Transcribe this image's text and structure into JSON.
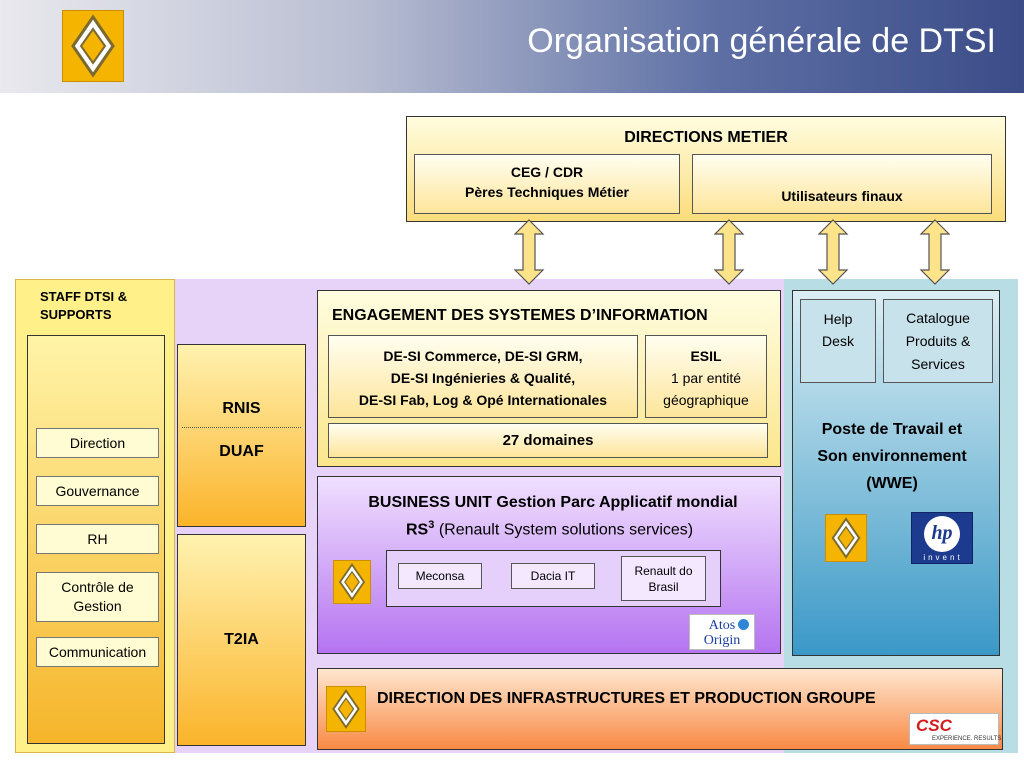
{
  "header": {
    "title": "Organisation générale de DTSI"
  },
  "directions_metier": {
    "title": "DIRECTIONS METIER",
    "ceg_line1": "CEG / CDR",
    "ceg_line2": "Pères Techniques Métier",
    "users": "Utilisateurs finaux"
  },
  "staff": {
    "title_line1": "STAFF DTSI &",
    "title_line2": "SUPPORTS",
    "items": [
      "Direction",
      "Gouvernance",
      "RH",
      "Contrôle de Gestion",
      "Communication"
    ]
  },
  "rnis_duaf": {
    "top": "RNIS",
    "bottom": "DUAF"
  },
  "t2ia": {
    "label": "T2IA"
  },
  "engagement": {
    "title": "ENGAGEMENT DES SYSTEMES D’INFORMATION",
    "desi_line1": "DE-SI Commerce, DE-SI GRM,",
    "desi_line2": "DE-SI Ingénieries & Qualité,",
    "desi_line3": "DE-SI Fab, Log & Opé Internationales",
    "esil_title": "ESIL",
    "esil_line1": "1 par entité",
    "esil_line2": "géographique",
    "domains": "27 domaines"
  },
  "business_unit": {
    "title": "BUSINESS UNIT Gestion Parc Applicatif mondial",
    "rs": "RS",
    "rs_sup": "3",
    "rs_desc": "(Renault System solutions services)",
    "partners": [
      "Meconsa",
      "Dacia IT"
    ],
    "brasil_line1": "Renault do",
    "brasil_line2": "Brasil",
    "atos_line1": "Atos",
    "atos_line2": "Origin"
  },
  "wwe": {
    "help_line1": "Help",
    "help_line2": "Desk",
    "catalogue_line1": "Catalogue",
    "catalogue_line2": "Produits &",
    "catalogue_line3": "Services",
    "title_line1": "Poste de Travail et",
    "title_line2": "Son environnement",
    "title_line3": "(WWE)",
    "hp_logo": "hp",
    "hp_sub": "invent"
  },
  "infrastructure": {
    "title": "DIRECTION DES INFRASTRUCTURES ET PRODUCTION GROUPE",
    "csc_logo": "CSC",
    "csc_sub": "EXPERIENCE. RESULTS."
  },
  "colors": {
    "accent_yellow": "#f4b400",
    "header_blue": "#3b4c88",
    "purple": "#b574f0",
    "teal": "#3a98c8",
    "orange": "#f88a45"
  },
  "icons": [
    "renault-logo-icon",
    "double-arrow-icon",
    "hp-logo-icon",
    "atos-origin-logo-icon",
    "csc-logo-icon"
  ]
}
